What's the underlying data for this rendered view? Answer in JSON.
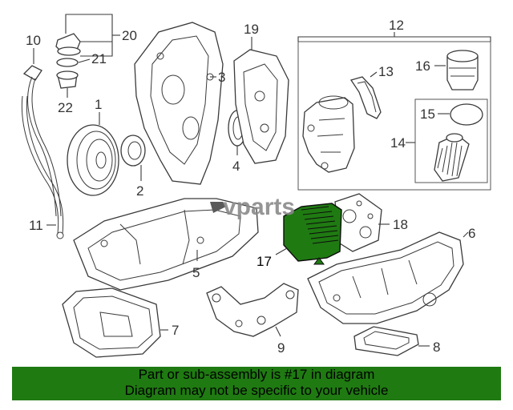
{
  "callouts": {
    "c1": "1",
    "c2": "2",
    "c3": "3",
    "c4": "4",
    "c5": "5",
    "c6": "6",
    "c7": "7",
    "c8": "8",
    "c9": "9",
    "c10": "10",
    "c11": "11",
    "c12": "12",
    "c13": "13",
    "c14": "14",
    "c15": "15",
    "c16": "16",
    "c17": "17",
    "c18": "18",
    "c19": "19",
    "c20": "20",
    "c21": "21",
    "c22": "22"
  },
  "watermark": "vparts",
  "highlight_color": "#1f7a12",
  "banner": {
    "line1": "Part or sub-assembly is #17 in diagram",
    "line2": "Diagram may not be specific to your vehicle"
  }
}
